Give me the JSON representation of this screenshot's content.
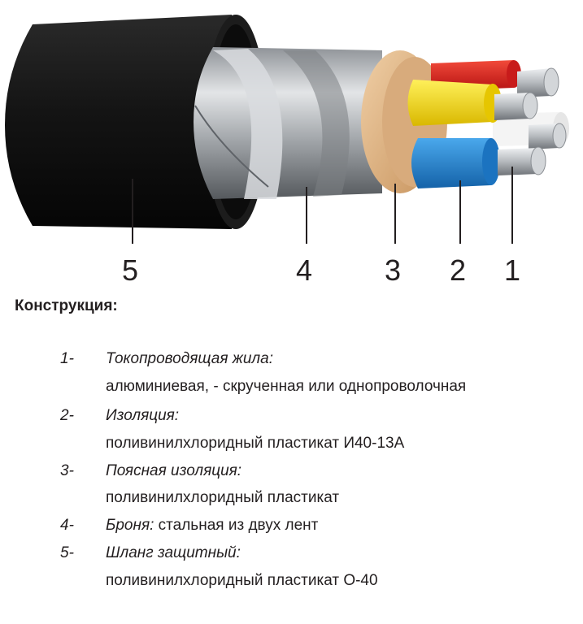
{
  "callouts": [
    "5",
    "4",
    "3",
    "2",
    "1"
  ],
  "section_title": "Конструкция:",
  "items": [
    {
      "num": "1-",
      "term": "Токопроводящая жила:",
      "inline": "",
      "desc": "алюминиевая, - скрученная или однопроволочная"
    },
    {
      "num": "2-",
      "term": "Изоляция:",
      "inline": "",
      "desc": "поливинилхлоридный пластикат И40-13А"
    },
    {
      "num": "3-",
      "term": "Поясная изоляция:",
      "inline": "",
      "desc": "поливинилхлоридный пластикат"
    },
    {
      "num": "4-",
      "term": "Броня:",
      "inline": " стальная из двух лент",
      "desc": ""
    },
    {
      "num": "5-",
      "term": "Шланг защитный:",
      "inline": "",
      "desc": "поливинилхлоридный пластикат О-40"
    }
  ],
  "colors": {
    "sheath": "#111111",
    "armor": "#b9bcbf",
    "belt_insulation": "#e2b98c",
    "core_red": "#e32222",
    "core_yellow": "#f7dc12",
    "core_blue": "#2589d6",
    "conductor": "#c9ccd0"
  }
}
